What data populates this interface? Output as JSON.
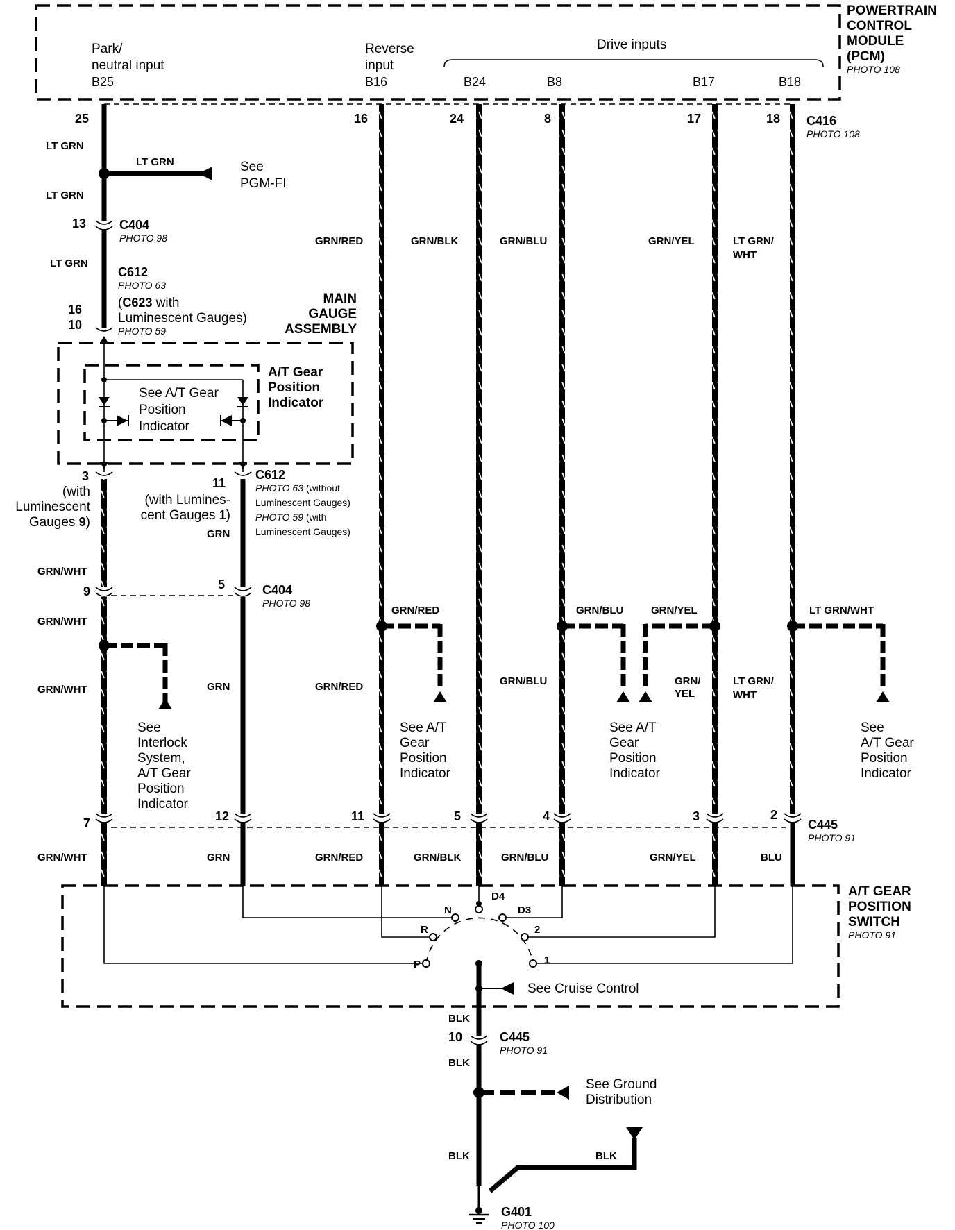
{
  "pcm": {
    "title_lines": [
      "POWERTRAIN",
      "CONTROL",
      "MODULE",
      "(PCM)"
    ],
    "photo": "PHOTO 108",
    "park_neutral_label": [
      "Park/",
      "neutral input"
    ],
    "park_pin": "B25",
    "reverse_label": [
      "Reverse",
      "input"
    ],
    "reverse_pin": "B16",
    "drive_inputs_label": "Drive inputs",
    "drive_pins": [
      "B24",
      "B8",
      "B17",
      "B18"
    ]
  },
  "c416": {
    "name": "C416",
    "photo": "PHOTO 108",
    "pins": [
      "25",
      "16",
      "24",
      "8",
      "17",
      "18"
    ]
  },
  "wires": {
    "lt_grn": "LT GRN",
    "grn_red": "GRN/RED",
    "grn_blk": "GRN/BLK",
    "grn_blu": "GRN/BLU",
    "grn_yel": "GRN/YEL",
    "lt_grn_wht_lines": [
      "LT GRN/",
      "WHT"
    ],
    "lt_grn_wht": "LT GRN/WHT",
    "grn_yel_lines": [
      "GRN/",
      "YEL"
    ],
    "grn_wht": "GRN/WHT",
    "grn": "GRN",
    "blu": "BLU",
    "blk": "BLK"
  },
  "see_pgm": [
    "See",
    "PGM-FI"
  ],
  "c404_top": {
    "name": "C404",
    "photo": "PHOTO 98",
    "pin": "13"
  },
  "c612_top": {
    "name": "C612",
    "photo": "PHOTO 63",
    "alt_line1_name": "C623",
    "alt_line1_rest": " with",
    "alt_line2": "Luminescent Gauges)",
    "alt_photo": "PHOTO 59",
    "pins": [
      "16",
      "10"
    ]
  },
  "main_gauge": [
    "MAIN",
    "GAUGE",
    "ASSEMBLY"
  ],
  "at_indicator_title": [
    "A/T Gear",
    "Position",
    "Indicator"
  ],
  "at_indicator_see": [
    "See A/T Gear",
    "Position",
    "Indicator"
  ],
  "c612_bottom": {
    "name": "C612",
    "photo_line1_a": "PHOTO 63",
    "photo_line1_b": " (without",
    "photo_line2": "Luminescent Gauges)",
    "photo_line3_a": "PHOTO 59",
    "photo_line3_b": " (with",
    "photo_line4": "Luminescent Gauges)",
    "pin_left": "3",
    "pin_left_note": [
      "(with",
      "Luminescent",
      "Gauges "
    ],
    "pin_left_note_num": "9",
    "pin_left_note_close": ")",
    "pin_right": "11",
    "pin_right_note": [
      "(with Lumines-",
      "cent Gauges "
    ],
    "pin_right_note_num": "1",
    "pin_right_note_close": ")"
  },
  "c404_mid": {
    "name": "C404",
    "photo": "PHOTO 98",
    "pins": [
      "9",
      "5"
    ]
  },
  "see_interlock": [
    "See",
    "Interlock",
    "System,",
    "A/T Gear",
    "Position",
    "Indicator"
  ],
  "see_at_gear": [
    "See A/T",
    "Gear",
    "Position",
    "Indicator"
  ],
  "see_at_gear_right": [
    "See",
    "A/T Gear",
    "Position",
    "Indicator"
  ],
  "c445_mid": {
    "name": "C445",
    "photo": "PHOTO 91",
    "pins": [
      "7",
      "12",
      "11",
      "5",
      "4",
      "3",
      "2"
    ]
  },
  "at_switch": {
    "title_lines": [
      "A/T GEAR",
      "POSITION",
      "SWITCH"
    ],
    "photo": "PHOTO 91",
    "positions": [
      "P",
      "R",
      "N",
      "D4",
      "D3",
      "2",
      "1"
    ]
  },
  "see_cruise": "See Cruise Control",
  "c445_bottom": {
    "name": "C445",
    "photo": "PHOTO 91",
    "pin": "10"
  },
  "see_ground": [
    "See Ground",
    "Distribution"
  ],
  "g401": {
    "name": "G401",
    "photo": "PHOTO 100"
  }
}
